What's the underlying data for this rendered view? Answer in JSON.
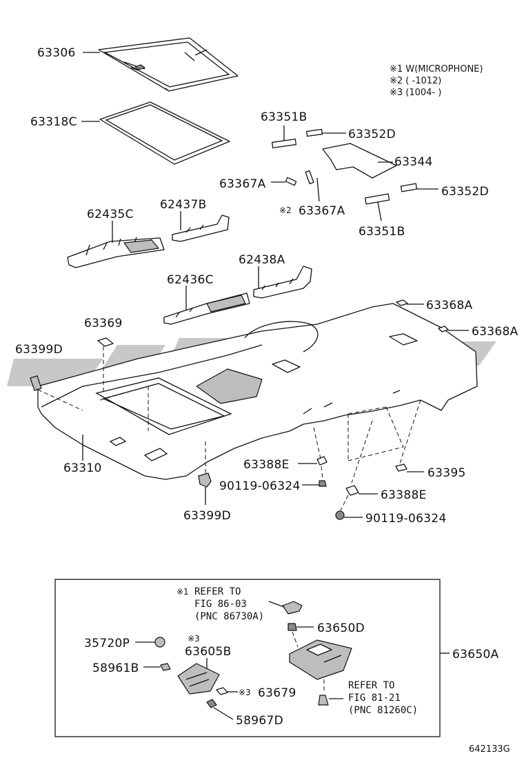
{
  "notes": {
    "n1": "※1 W(MICROPHONE)",
    "n2": "※2 (        -1012)",
    "n3": "※3 (1004-        )"
  },
  "labels": {
    "p63306": "63306",
    "p63318C": "63318C",
    "p63351B_top": "63351B",
    "p63352D_top": "63352D",
    "p63344": "63344",
    "p63367A": "63367A",
    "p63367A_mark": "※2",
    "p63367A_2": "63367A",
    "p63352D_right": "63352D",
    "p63351B_bottom": "63351B",
    "p62435C": "62435C",
    "p62437B": "62437B",
    "p62438A": "62438A",
    "p62436C": "62436C",
    "p63368A_1": "63368A",
    "p63368A_2": "63368A",
    "p63369": "63369",
    "p63399D_left": "63399D",
    "p63310": "63310",
    "p63388E_1": "63388E",
    "p90119_1": "90119-06324",
    "p63395": "63395",
    "p63388E_2": "63388E",
    "p90119_2": "90119-06324",
    "p63399D_bottom": "63399D"
  },
  "inset": {
    "refer1_mark": "※1",
    "refer1_line1": "REFER TO",
    "refer1_line2": "FIG 86-03",
    "refer1_line3": "(PNC 86730A)",
    "p63650D": "63650D",
    "p63650A": "63650A",
    "p35720P": "35720P",
    "mark3a": "※3",
    "p63605B": "63605B",
    "p58961B": "58961B",
    "mark3b": "※3",
    "p63679": "63679",
    "p58967D": "58967D",
    "refer2_line1": "REFER TO",
    "refer2_line2": "FIG 81-21",
    "refer2_line3": "(PNC 81260C)"
  },
  "figure_code": "642133G",
  "watermark_icon": "dealer-logo-watermark"
}
